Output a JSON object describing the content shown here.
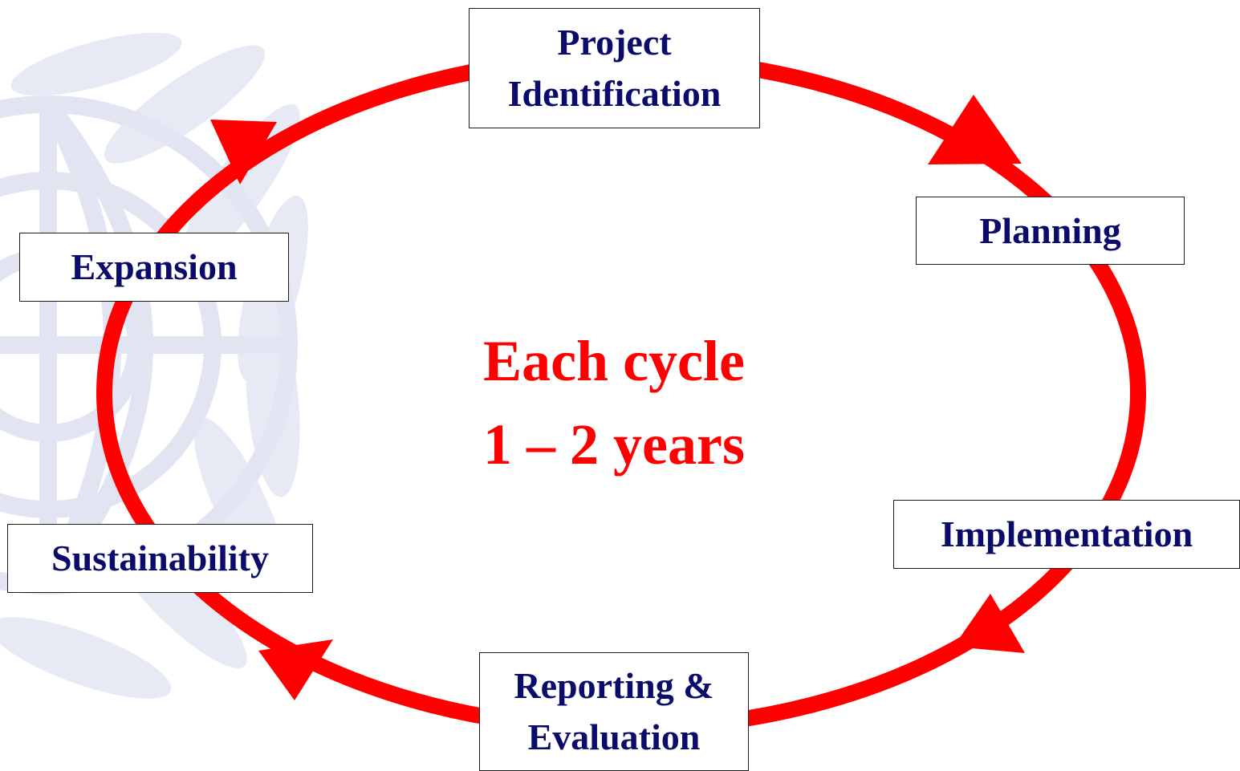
{
  "diagram": {
    "center": {
      "line1": "Each cycle",
      "line2": "1 – 2 years"
    },
    "stages": {
      "project_identification": {
        "line1": "Project",
        "line2": "Identification"
      },
      "planning": {
        "label": "Planning"
      },
      "implementation": {
        "label": "Implementation"
      },
      "reporting_evaluation": {
        "line1": "Reporting &",
        "line2": "Evaluation"
      },
      "sustainability": {
        "label": "Sustainability"
      },
      "expansion": {
        "label": "Expansion"
      }
    },
    "colors": {
      "cycle_arrow": "#ff0000",
      "stage_text": "#0b0b6b",
      "center_text": "#ff0000",
      "watermark": "#dfe3f0"
    },
    "flow_direction": "clockwise",
    "background_watermark": "UN emblem (faint)"
  }
}
